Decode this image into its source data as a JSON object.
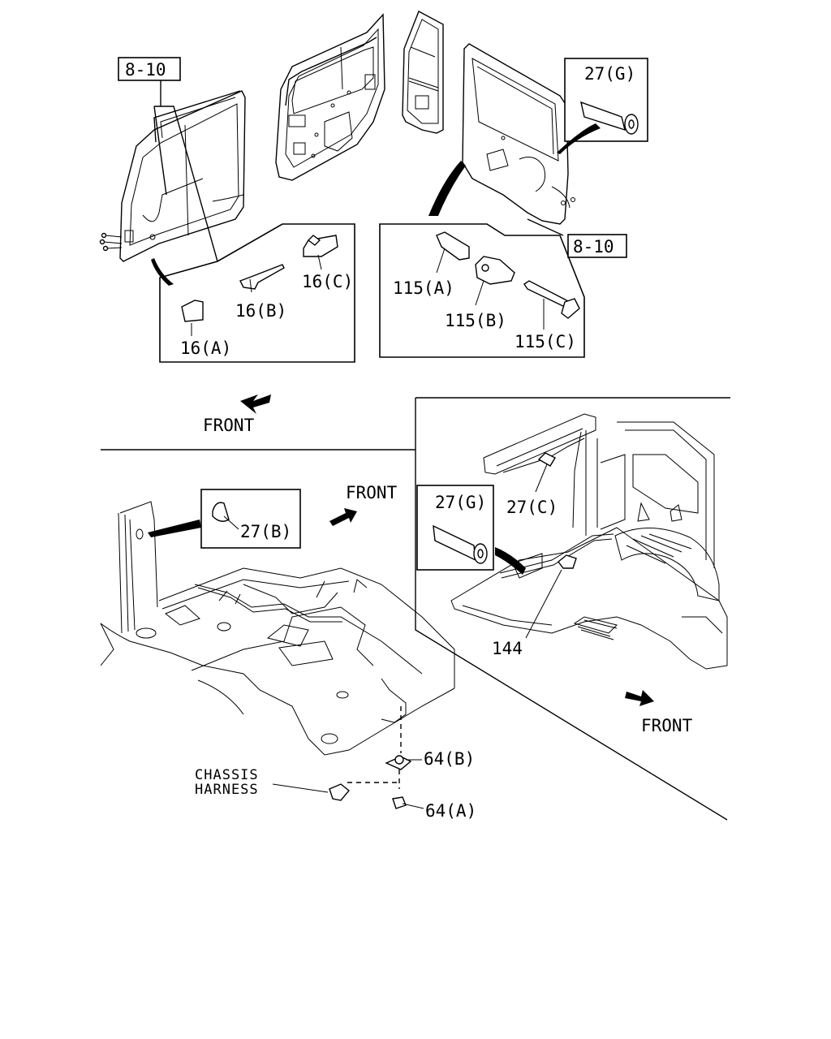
{
  "labels": {
    "ref_8_10_top": "8-10",
    "ref_8_10_mid": "8-10",
    "p27g_top": "27(G)",
    "p16a": "16(A)",
    "p16b": "16(B)",
    "p16c": "16(C)",
    "p115a": "115(A)",
    "p115b": "115(B)",
    "p115c": "115(C)",
    "front_upper": "FRONT",
    "front_center": "FRONT",
    "front_right": "FRONT",
    "p27b": "27(B)",
    "p27g_lower": "27(G)",
    "p27c": "27(C)",
    "p144": "144",
    "p64b": "64(B)",
    "p64a": "64(A)",
    "chassis_line1": "CHASSIS",
    "chassis_line2": "HARNESS"
  }
}
